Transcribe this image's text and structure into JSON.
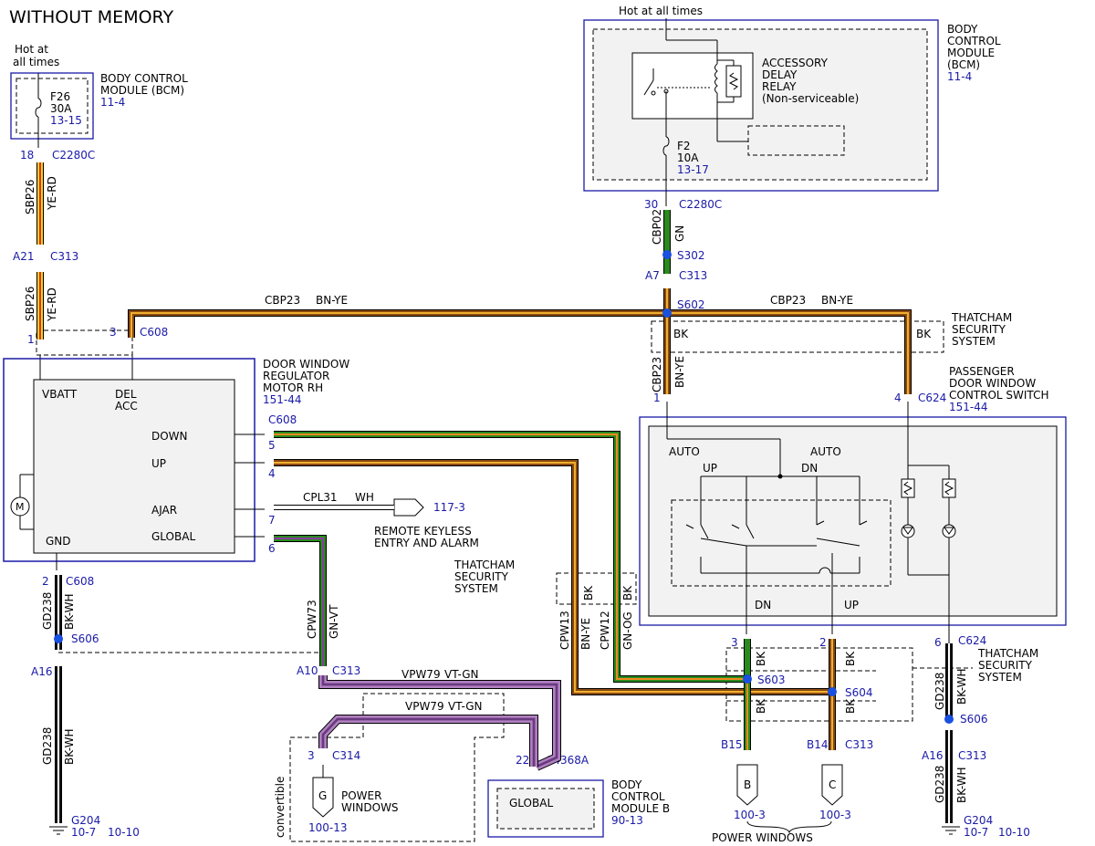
{
  "title": "WITHOUT MEMORY",
  "colors": {
    "ye_rd": [
      "#f5d21e",
      "#e03020"
    ],
    "bn_ye": [
      "#8a4a10",
      "#f0b030"
    ],
    "gn": [
      "#2a8a1e"
    ],
    "gn_vt": [
      "#2a8a1e",
      "#8a3ca0"
    ],
    "gn_og": [
      "#2a8a1e",
      "#f08a1e"
    ],
    "bk_wh": [
      "#111111",
      "#ffffff"
    ],
    "vt_gn": [
      "#b080c0",
      "#6a3a80"
    ],
    "wh": [
      "#ffffff"
    ],
    "blue_ref": "#1a1aa8",
    "dot": "#1a50e0"
  },
  "bcm_left": {
    "hot": [
      "Hot at",
      "all times"
    ],
    "fuse": "F26",
    "amp": "30A",
    "ref": "13-15",
    "name": [
      "BODY CONTROL",
      "MODULE (BCM)"
    ],
    "page": "11-4",
    "pin": "18",
    "conn": "C2280C"
  },
  "bcm_right": {
    "hot": "Hot at all times",
    "relay": [
      "ACCESSORY",
      "DELAY",
      "RELAY",
      "(Non-serviceable)"
    ],
    "fuse": "F2",
    "amp": "10A",
    "ref": "13-17",
    "name": [
      "BODY",
      "CONTROL",
      "MODULE",
      "(BCM)"
    ],
    "page": "11-4",
    "pin": "30",
    "conn": "C2280C"
  },
  "w_sbp26a": {
    "circuit": "SBP26",
    "color": "YE-RD"
  },
  "c313_left": {
    "pin": "A21",
    "conn": "C313"
  },
  "w_sbp26b": {
    "circuit": "SBP26",
    "color": "YE-RD",
    "pin": "1"
  },
  "c608_top": {
    "pin": "3",
    "conn": "C608"
  },
  "cbp23_left": {
    "circuit": "CBP23",
    "color": "BN-YE"
  },
  "cbp23_right": {
    "circuit": "CBP23",
    "color": "BN-YE"
  },
  "cbp02": {
    "circuit": "CBP02",
    "color": "GN",
    "splice": "S302"
  },
  "c313_mid": {
    "pin": "A7",
    "conn": "C313"
  },
  "s602": "S602",
  "thatcham_top": {
    "bk1": "BK",
    "bk2": "BK",
    "label": [
      "THATCHAM",
      "SECURITY",
      "SYSTEM"
    ]
  },
  "cbp23_down": {
    "circuit": "CBP23",
    "color": "BN-YE",
    "pin": "1"
  },
  "pdwcs": {
    "name": [
      "PASSENGER",
      "DOOR WINDOW",
      "CONTROL SWITCH"
    ],
    "page": "151-44",
    "pin": "4",
    "conn": "C624",
    "auto1": "AUTO",
    "up": "UP",
    "auto2": "AUTO",
    "dn": "DN",
    "dn_out": "DN",
    "up_out": "UP"
  },
  "motor": {
    "name": [
      "DOOR WINDOW",
      "REGULATOR",
      "MOTOR RH"
    ],
    "page": "151-44",
    "vbatt": "VBATT",
    "del": [
      "DEL",
      "ACC"
    ],
    "down": "DOWN",
    "up": "UP",
    "ajar": "AJAR",
    "global": "GLOBAL",
    "gnd": "GND",
    "m": "M"
  },
  "c608_side": {
    "conn": "C608",
    "p5": "5",
    "p4": "4",
    "p7": "7",
    "p6": "6"
  },
  "cpl31": {
    "circuit": "CPL31",
    "color": "WH",
    "ref": "117-3",
    "label": [
      "REMOTE KEYLESS",
      "ENTRY AND ALARM"
    ]
  },
  "thatcham_mid": [
    "THATCHAM",
    "SECURITY",
    "SYSTEM"
  ],
  "gd238_top": {
    "pin": "2",
    "conn": "C608",
    "circuit": "GD238",
    "color": "BK-WH",
    "splice": "S606"
  },
  "gd238_bot": {
    "pin": "A16",
    "circuit": "GD238",
    "color": "BK-WH",
    "ground": "G204",
    "ref1": "10-7",
    "ref2": "10-10"
  },
  "cpw73": {
    "circuit": "CPW73",
    "color": "GN-VT"
  },
  "c313_low": {
    "pin": "A10",
    "conn": "C313"
  },
  "vpw79a": {
    "circuit": "VPW79",
    "color": "VT-GN"
  },
  "vpw79b": {
    "circuit": "VPW79",
    "color": "VT-GN"
  },
  "c314": {
    "pin": "3",
    "conn": "C314"
  },
  "pw_g": {
    "letter": "G",
    "label": [
      "POWER",
      "WINDOWS"
    ],
    "ref": "100-13",
    "side": "convertible"
  },
  "c4368a": {
    "pin": "22",
    "conn": "C4368A"
  },
  "bcm_b": {
    "box": "GLOBAL",
    "name": [
      "BODY",
      "CONTROL",
      "MODULE B"
    ],
    "page": "90-13"
  },
  "mid_wires": {
    "bk1": "BK",
    "bk2": "BK",
    "cpw13": "CPW13",
    "bnye": "BN-YE",
    "cpw12": "CPW12",
    "gnog": "GN-OG"
  },
  "s603": {
    "pin": "3",
    "bk_top": "BK",
    "splice": "S603",
    "bk_bot": "BK",
    "pin_b": "B15",
    "letter": "B",
    "ref": "100-3"
  },
  "s604": {
    "pin": "2",
    "bk_top": "BK",
    "splice": "S604",
    "bk_bot": "BK",
    "pin_b": "B14",
    "conn": "C313",
    "letter": "C",
    "ref": "100-3"
  },
  "power_windows": "POWER WINDOWS",
  "right_gd238": {
    "pin": "6",
    "conn": "C624",
    "circuit1": "GD238",
    "color1": "BK-WH",
    "thatcham": [
      "THATCHAM",
      "SECURITY",
      "SYSTEM"
    ],
    "splice": "S606",
    "pin_a": "A16",
    "conn_a": "C313",
    "circuit2": "GD238",
    "color2": "BK-WH",
    "ground": "G204",
    "ref1": "10-7",
    "ref2": "10-10"
  }
}
